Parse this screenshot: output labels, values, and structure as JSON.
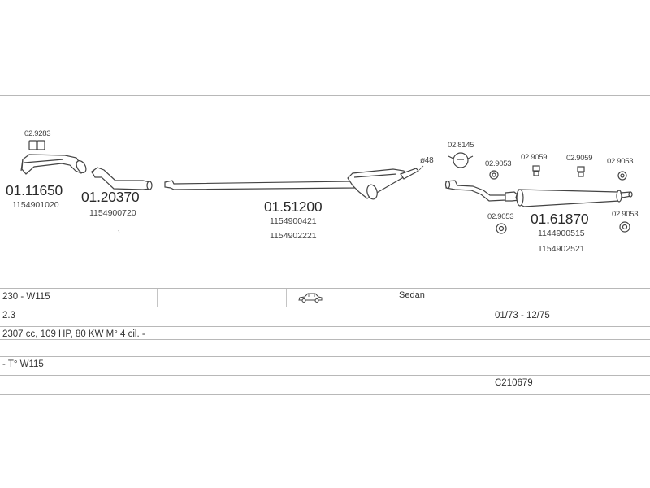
{
  "parts": {
    "p1": {
      "ref": "02.9283",
      "number": "01.11650",
      "oe": [
        "1154901020"
      ]
    },
    "p2": {
      "number": "01.20370",
      "oe": [
        "1154900720"
      ]
    },
    "p3": {
      "number": "01.51200",
      "oe": [
        "1154900421",
        "1154902221"
      ]
    },
    "p4": {
      "ref": "02.8145",
      "diameter": "ø48"
    },
    "p5": {
      "number": "01.61870",
      "oe": [
        "1144900515",
        "1154902521"
      ]
    },
    "refs": {
      "a": "02.9053",
      "b": "02.9059",
      "c": "02.9059",
      "d": "02.9053",
      "e": "02.9053",
      "f": "02.9053"
    }
  },
  "table": {
    "row1": {
      "model": "230 - W115",
      "body": "Sedan"
    },
    "row2": {
      "engine": "2.3",
      "years": "01/73 - 12/75"
    },
    "row3": {
      "spec": "2307 cc, 109 HP, 80 KW M° 4 cil. -"
    },
    "row4": {
      "chassis": "- T° W115"
    },
    "row5": {
      "code": "C210679"
    }
  },
  "icons": {
    "body_type": "sedan-car-icon"
  }
}
